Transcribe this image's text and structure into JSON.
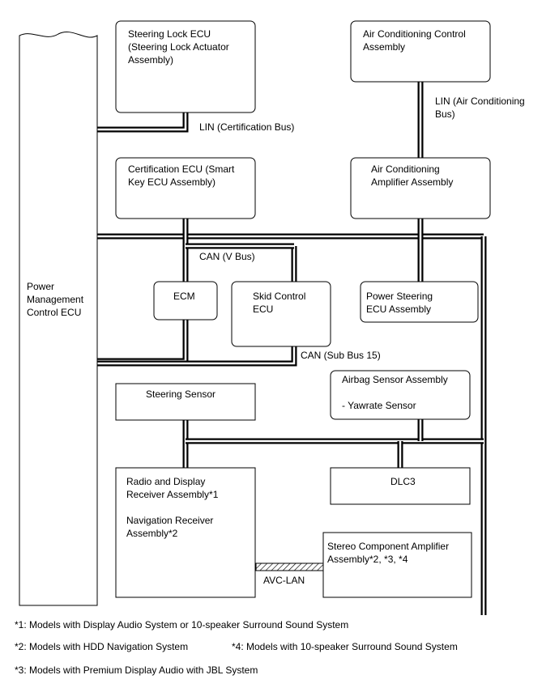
{
  "components": {
    "pmc_ecu": [
      "Power",
      "Management",
      "Control ECU"
    ],
    "steering_lock": [
      "Steering Lock ECU",
      "(Steering Lock Actuator",
      "Assembly)"
    ],
    "ac_control": [
      "Air Conditioning Control",
      "Assembly"
    ],
    "certification_ecu": [
      "Certification ECU (Smart",
      "Key ECU Assembly)"
    ],
    "ac_amplifier": [
      "Air Conditioning",
      "Amplifier Assembly"
    ],
    "ecm": [
      "ECM"
    ],
    "skid_control": [
      "Skid Control",
      "ECU"
    ],
    "power_steering": [
      "Power Steering",
      "ECU Assembly"
    ],
    "steering_sensor": [
      "Steering Sensor"
    ],
    "airbag": [
      "Airbag Sensor Assembly",
      "",
      "- Yawrate Sensor"
    ],
    "radio": [
      "Radio and Display",
      "Receiver Assembly*1",
      "",
      "Navigation Receiver",
      "Assembly*2"
    ],
    "dlc3": [
      "DLC3"
    ],
    "stereo_amp": [
      "Stereo Component Amplifier",
      "Assembly*2, *3, *4"
    ]
  },
  "bus_labels": {
    "lin_cert": [
      "LIN (Certification Bus)"
    ],
    "lin_ac": [
      "LIN (Air Conditioning",
      "Bus)"
    ],
    "can_v": [
      "CAN (V Bus)"
    ],
    "can_sub": [
      "CAN (Sub Bus 15)"
    ],
    "avc_lan": [
      "AVC-LAN"
    ]
  },
  "footnotes": {
    "n1": "*1: Models with Display Audio System or 10-speaker Surround Sound System",
    "n2": "*2: Models with HDD Navigation System",
    "n4": "*4: Models with 10-speaker Surround Sound System",
    "n3": "*3: Models with Premium Display Audio with JBL System"
  }
}
